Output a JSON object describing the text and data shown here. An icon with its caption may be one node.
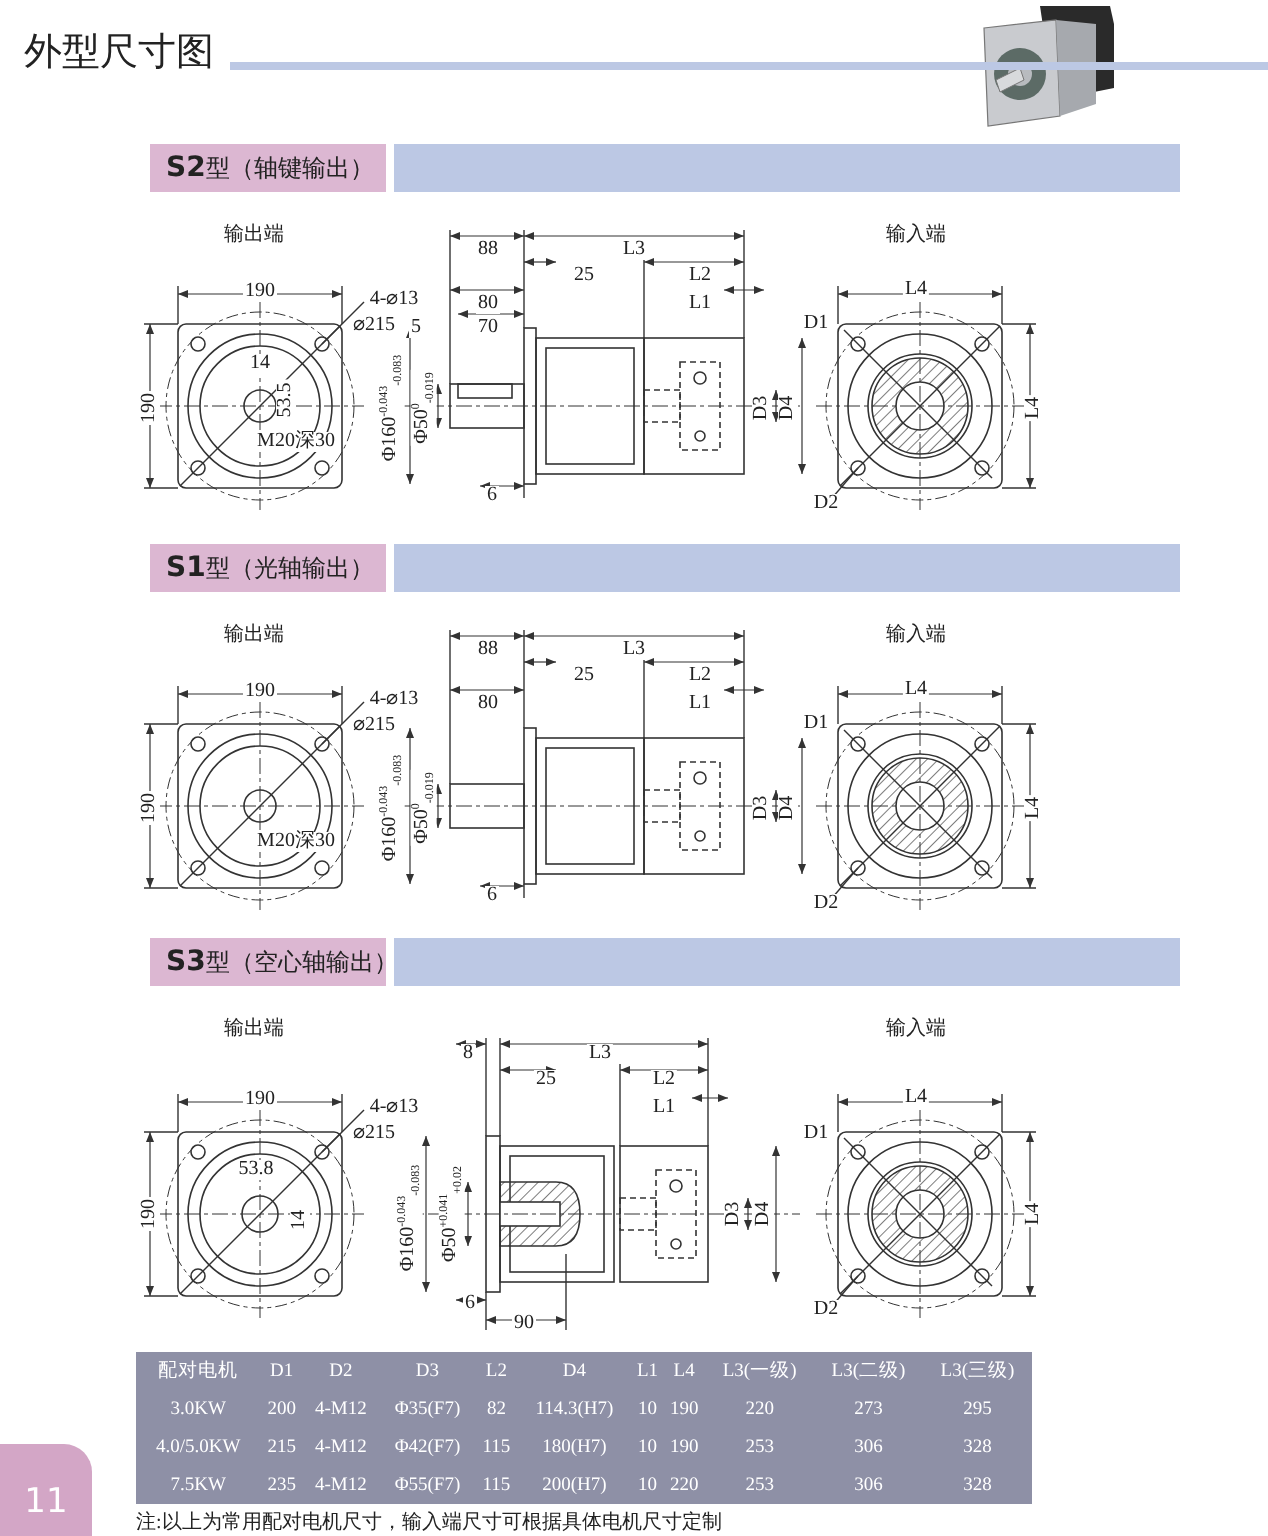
{
  "diagram": {
    "title": "外型尺寸图",
    "labels": [
      "**S2**型（轴键输出）",
      "输出端",
      "输入端",
      "190",
      "4-⌀13",
      "⌀215",
      "190",
      "14",
      "53.5",
      "M20深30",
      "88",
      "L3",
      "25",
      "L2",
      "80",
      "L1",
      "5",
      "70",
      "Φ160$^{-0.043}$$_{-0.083}$",
      "Φ50$^{0}$$_{-0.019}$",
      "D3",
      "D4",
      "6",
      "L4",
      "D1",
      "L4",
      "D2",
      "**S1**型（光轴输出）",
      "输出端",
      "输入端",
      "190",
      "4-⌀13",
      "⌀215",
      "190",
      "M20深30",
      "88",
      "L3",
      "25",
      "L2",
      "80",
      "L1",
      "Φ160$^{-0.043}$$_{-0.083}$",
      "Φ50$^{0}$$_{-0.019}$",
      "D3",
      "D4",
      "6",
      "L4",
      "D1",
      "L4",
      "D2",
      "**S3**型（空心轴输出）",
      "输出端",
      "输入端",
      "190",
      "4-⌀13",
      "⌀215",
      "190",
      "53.8",
      "14",
      "8",
      "L3",
      "25",
      "L2",
      "L1",
      "Φ160$^{-0.043}$$_{-0.083}$",
      "Φ50$^{+0.041}$$_{+0.02}$",
      "D3",
      "D4",
      "6",
      "90",
      "L4",
      "D1",
      "L4",
      "D2",
      "配对电机",
      "D1",
      "D2",
      "D3",
      "L2",
      "D4",
      "L1",
      "L4",
      "L3(一级)",
      "L3(二级)",
      "L3(三级)",
      "3.0KW",
      "200",
      "4-M12",
      "Φ35(F7)",
      "82",
      "114.3(H7)",
      "10",
      "190",
      "220",
      "273",
      "295",
      "4.0/5.0KW",
      "215",
      "4-M12",
      "Φ42(F7)",
      "115",
      "180(H7)",
      "10",
      "190",
      "253",
      "306",
      "328",
      "7.5KW",
      "235",
      "4-M12",
      "Φ55(F7)",
      "115",
      "200(H7)",
      "10",
      "220",
      "253",
      "306",
      "328",
      "注:以上为常用配对电机尺寸，输入端尺寸可根据具体电机尺寸定制",
      "11"
    ]
  }
}
